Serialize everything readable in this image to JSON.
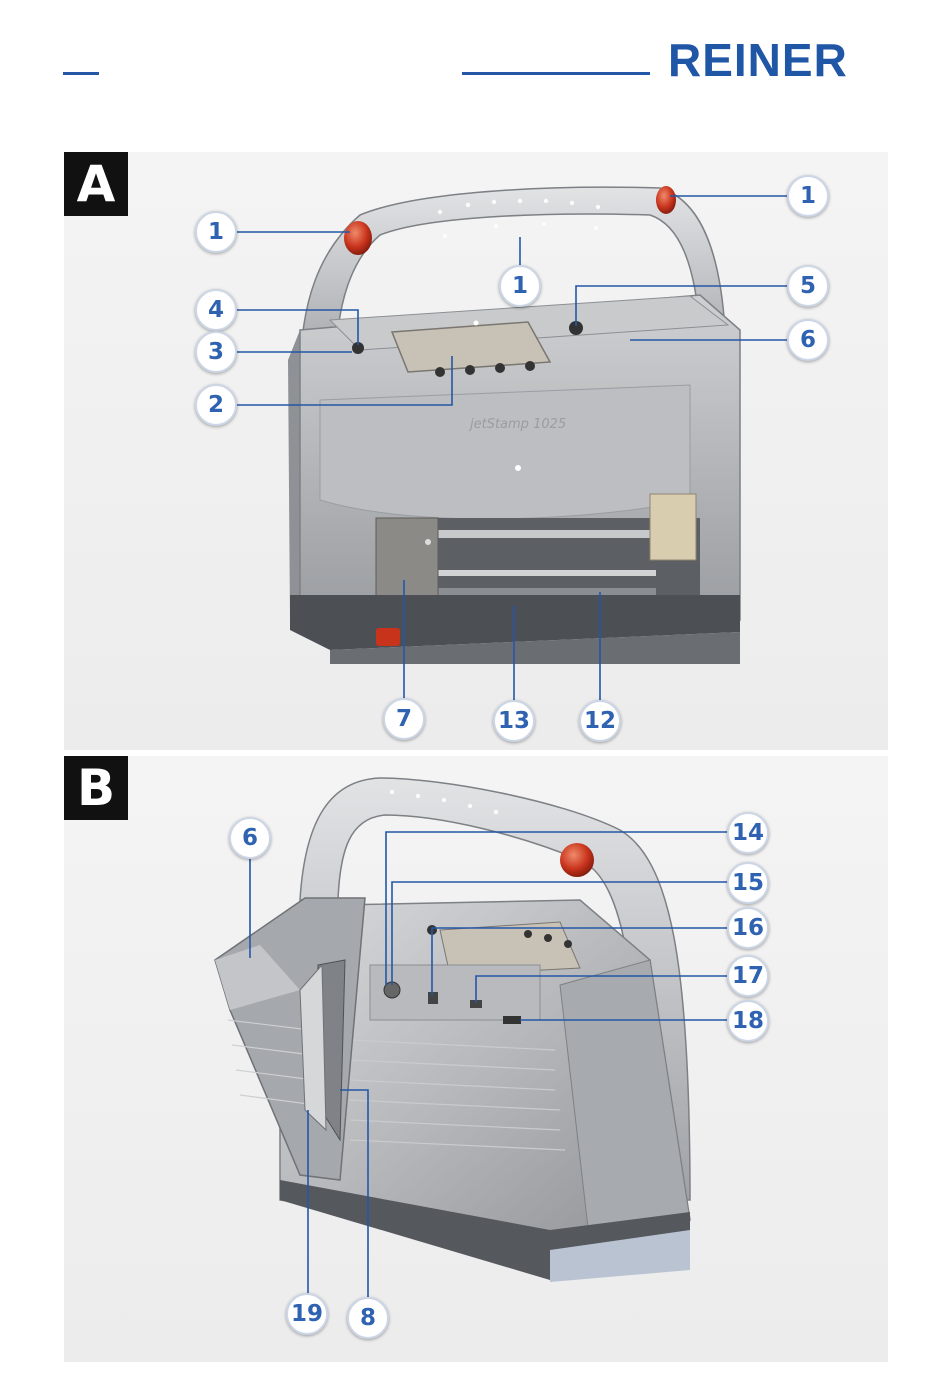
{
  "header": {
    "brand": "REINER",
    "brand_color": "#1f56a5",
    "accent_color": "#2457a7"
  },
  "figure_a": {
    "tag": "A",
    "printed_text": "jetStamp 1025",
    "callouts": [
      "1",
      "1",
      "1",
      "4",
      "3",
      "2",
      "5",
      "6",
      "7",
      "13",
      "12"
    ]
  },
  "figure_b": {
    "tag": "B",
    "callouts": [
      "6",
      "14",
      "15",
      "16",
      "17",
      "18",
      "19",
      "8"
    ]
  }
}
